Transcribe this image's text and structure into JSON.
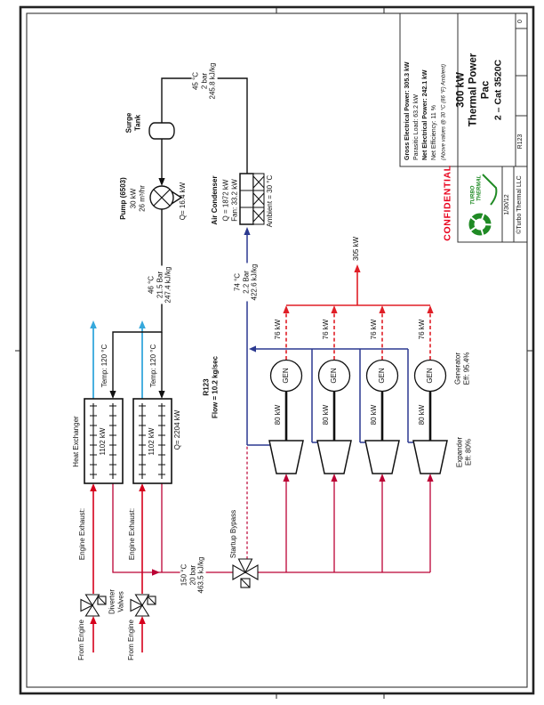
{
  "drawing": {
    "confidential": "CONFIDENTIAL",
    "title1": "300 kW Thermal Power Pac",
    "title2": "2 – Cat 3520C",
    "spec_gross": "Gross Electrical Power: 305.3 kW",
    "spec_parasitic": "Parasitic Load: 63.2 kW",
    "spec_net": "Net Electrical Power: 242.1 kW",
    "spec_eff": "Net Efficiency: 11 %",
    "spec_note": "(Above values @ 30 °C (86 °F) Ambient)",
    "logo1": "TURBO",
    "logo2": "THERMAL",
    "date": "1/30/12",
    "copyright": "©Turbo Thermal LLC",
    "number": "R123",
    "rev": "0"
  },
  "exhaust": {
    "from_engine_1": "From Engine",
    "from_engine_2": "From Engine",
    "diverter": "Diverter\nValves",
    "label_1": "Engine Exhaust:",
    "label_2": "Engine Exhaust:"
  },
  "hx": {
    "title": "Heat Exchanger",
    "duty1": "1102 kW",
    "duty2": "1102 kW",
    "total": "Q= 2204 kW",
    "temp1": "Temp: 120 °C",
    "temp2": "Temp: 120 °C"
  },
  "fluid": {
    "name_flow": "R123\nFlow = 10.2 kg/sec",
    "supply": "150 °C\n20 bar\n463.5 kJ/kg",
    "bypass": "Startup Bypass"
  },
  "train": {
    "shaft": [
      "80 kW",
      "80 kW",
      "80 kW",
      "80 kW"
    ],
    "gen": [
      "GEN",
      "GEN",
      "GEN",
      "GEN"
    ],
    "out": [
      "76 kW",
      "76 kW",
      "76 kW",
      "76 kW"
    ],
    "total": "305 kW",
    "exp_eff": "Expander\nEff: 80%",
    "gen_eff": "Generator\nEff: 95.4%"
  },
  "cond": {
    "name": "Air Condenser",
    "duty": "Q = 1872 kW\nFan: 33.2 kW",
    "ambient": "Ambient = 30 °C",
    "inlet": "74 °C\n2.2 Bar\n422.6 kJ/kg",
    "outlet": "45 °C\n2 bar\n245.8 kJ/kg"
  },
  "pump": {
    "name": "Pump (6503)",
    "specs": "30 kW\n26 m³/hr",
    "power": "Q= 16.4 kW",
    "discharge": "46 °C\n21.5 Bar\n247.4 kJ/kg"
  },
  "tank": {
    "label": "Surge\nTank"
  },
  "colors": {
    "exhaust_red": "#d6001c",
    "vapor_crimson": "#bb0034",
    "exhaust_out_cyan": "#35a8dc",
    "condenser_navy": "#2b3990",
    "electric_red": "#e01e26",
    "logo_green": "#1f8a24",
    "confidential_red": "#e8001c"
  }
}
